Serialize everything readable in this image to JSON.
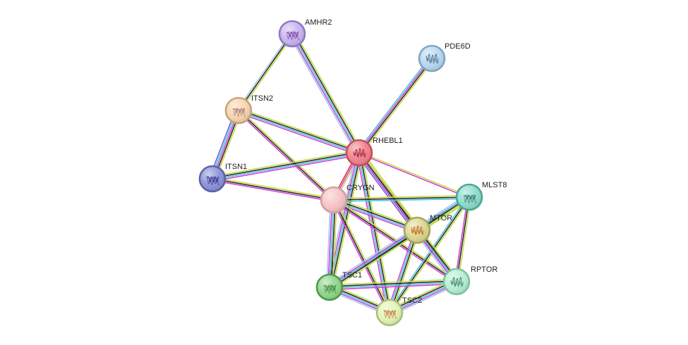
{
  "network": {
    "nodes": [
      {
        "id": "AMHR2",
        "label": "AMHR2",
        "color": "#c8b4f0",
        "stroke": "#8f78c4",
        "icon": "protein-structure-icon",
        "glyph_color": "#7a3a9a"
      },
      {
        "id": "PDE6D",
        "label": "PDE6D",
        "color": "#b9d9f0",
        "stroke": "#7ea6c4",
        "icon": "protein-structure-icon",
        "glyph_color": "#4a6a8a"
      },
      {
        "id": "ITSN2",
        "label": "ITSN2",
        "color": "#f7d6b0",
        "stroke": "#c7a27e",
        "icon": "protein-structure-icon",
        "glyph_color": "#a07070"
      },
      {
        "id": "RHEBL1",
        "label": "RHEBL1",
        "color": "#f2828b",
        "stroke": "#c2505a",
        "icon": "protein-structure-icon",
        "glyph_color": "#9a1a3a"
      },
      {
        "id": "ITSN1",
        "label": "ITSN1",
        "color": "#8c93d6",
        "stroke": "#5a62a8",
        "icon": "protein-structure-icon",
        "glyph_color": "#2a2a8a"
      },
      {
        "id": "CRYGN",
        "label": "CRYGN",
        "color": "#f7c4c6",
        "stroke": "#d39ea0",
        "icon": "",
        "glyph_color": ""
      },
      {
        "id": "MLST8",
        "label": "MLST8",
        "color": "#8cdccc",
        "stroke": "#4fa596",
        "icon": "protein-structure-icon",
        "glyph_color": "#2a6a5a"
      },
      {
        "id": "MTOR",
        "label": "MTOR",
        "color": "#dcd892",
        "stroke": "#a8a45c",
        "icon": "protein-structure-icon",
        "glyph_color": "#c06010"
      },
      {
        "id": "TSC1",
        "label": "TSC1",
        "color": "#8fd68a",
        "stroke": "#4f9a4a",
        "icon": "protein-structure-icon",
        "glyph_color": "#3a7a3a"
      },
      {
        "id": "RPTOR",
        "label": "RPTOR",
        "color": "#b6f0d2",
        "stroke": "#7ec4a0",
        "icon": "protein-structure-icon",
        "glyph_color": "#3a7a6a"
      },
      {
        "id": "TSC2",
        "label": "TSC2",
        "color": "#e2f5b4",
        "stroke": "#aac07e",
        "icon": "protein-structure-icon",
        "glyph_color": "#c06a3a"
      }
    ],
    "edges": [
      {
        "source": "AMHR2",
        "target": "ITSN2",
        "evidence": [
          "text-mining",
          "coexpression",
          "association"
        ]
      },
      {
        "source": "AMHR2",
        "target": "RHEBL1",
        "evidence": [
          "text-mining",
          "coexpression",
          "database",
          "experimental",
          "association"
        ]
      },
      {
        "source": "PDE6D",
        "target": "RHEBL1",
        "evidence": [
          "text-mining",
          "coexpression",
          "experimental",
          "database"
        ]
      },
      {
        "source": "ITSN2",
        "target": "ITSN1",
        "evidence": [
          "text-mining",
          "coexpression",
          "experimental",
          "database",
          "homology"
        ]
      },
      {
        "source": "ITSN2",
        "target": "RHEBL1",
        "evidence": [
          "text-mining",
          "coexpression",
          "database",
          "experimental"
        ]
      },
      {
        "source": "ITSN2",
        "target": "CRYGN",
        "evidence": [
          "text-mining",
          "coexpression",
          "experimental"
        ]
      },
      {
        "source": "ITSN1",
        "target": "RHEBL1",
        "evidence": [
          "text-mining",
          "coexpression",
          "database",
          "experimental"
        ]
      },
      {
        "source": "ITSN1",
        "target": "CRYGN",
        "evidence": [
          "text-mining",
          "coexpression",
          "experimental"
        ]
      },
      {
        "source": "RHEBL1",
        "target": "CRYGN",
        "evidence": [
          "text-mining",
          "experimental",
          "gene-fusion"
        ]
      },
      {
        "source": "RHEBL1",
        "target": "MLST8",
        "evidence": [
          "text-mining",
          "experimental"
        ]
      },
      {
        "source": "RHEBL1",
        "target": "MTOR",
        "evidence": [
          "text-mining",
          "coexpression",
          "database",
          "experimental",
          "homology"
        ]
      },
      {
        "source": "RHEBL1",
        "target": "TSC1",
        "evidence": [
          "text-mining",
          "coexpression",
          "database",
          "experimental",
          "association"
        ]
      },
      {
        "source": "RHEBL1",
        "target": "TSC2",
        "evidence": [
          "text-mining",
          "coexpression",
          "database",
          "experimental"
        ]
      },
      {
        "source": "RHEBL1",
        "target": "RPTOR",
        "evidence": [
          "text-mining",
          "coexpression",
          "experimental"
        ]
      },
      {
        "source": "CRYGN",
        "target": "MLST8",
        "evidence": [
          "text-mining",
          "coexpression",
          "database"
        ]
      },
      {
        "source": "CRYGN",
        "target": "MTOR",
        "evidence": [
          "text-mining",
          "coexpression",
          "database",
          "experimental"
        ]
      },
      {
        "source": "CRYGN",
        "target": "TSC1",
        "evidence": [
          "text-mining",
          "coexpression",
          "database",
          "experimental",
          "association"
        ]
      },
      {
        "source": "CRYGN",
        "target": "TSC2",
        "evidence": [
          "text-mining",
          "coexpression",
          "experimental"
        ]
      },
      {
        "source": "CRYGN",
        "target": "RPTOR",
        "evidence": [
          "text-mining",
          "coexpression",
          "experimental"
        ]
      },
      {
        "source": "MLST8",
        "target": "MTOR",
        "evidence": [
          "text-mining",
          "coexpression",
          "database",
          "experimental",
          "association"
        ]
      },
      {
        "source": "MLST8",
        "target": "RPTOR",
        "evidence": [
          "text-mining",
          "coexpression",
          "experimental"
        ]
      },
      {
        "source": "MLST8",
        "target": "TSC1",
        "evidence": [
          "text-mining",
          "coexpression",
          "database"
        ]
      },
      {
        "source": "MLST8",
        "target": "TSC2",
        "evidence": [
          "text-mining",
          "coexpression",
          "database"
        ]
      },
      {
        "source": "MTOR",
        "target": "RPTOR",
        "evidence": [
          "text-mining",
          "coexpression",
          "database",
          "experimental",
          "association"
        ]
      },
      {
        "source": "MTOR",
        "target": "TSC1",
        "evidence": [
          "text-mining",
          "coexpression",
          "database",
          "experimental",
          "association"
        ]
      },
      {
        "source": "MTOR",
        "target": "TSC2",
        "evidence": [
          "text-mining",
          "coexpression",
          "database",
          "experimental"
        ]
      },
      {
        "source": "TSC1",
        "target": "TSC2",
        "evidence": [
          "text-mining",
          "coexpression",
          "database",
          "experimental",
          "association"
        ]
      },
      {
        "source": "TSC1",
        "target": "RPTOR",
        "evidence": [
          "text-mining",
          "coexpression",
          "database",
          "experimental"
        ]
      },
      {
        "source": "TSC2",
        "target": "RPTOR",
        "evidence": [
          "text-mining",
          "coexpression",
          "database",
          "experimental",
          "association"
        ]
      }
    ]
  },
  "evidence_colors": {
    "text-mining": "#c4dc44",
    "coexpression": "#2a2a2a",
    "database": "#4ec4e0",
    "experimental": "#d640d6",
    "homology": "#6a6ad0",
    "gene-fusion": "#e03030",
    "association": "#a8c8e8"
  }
}
